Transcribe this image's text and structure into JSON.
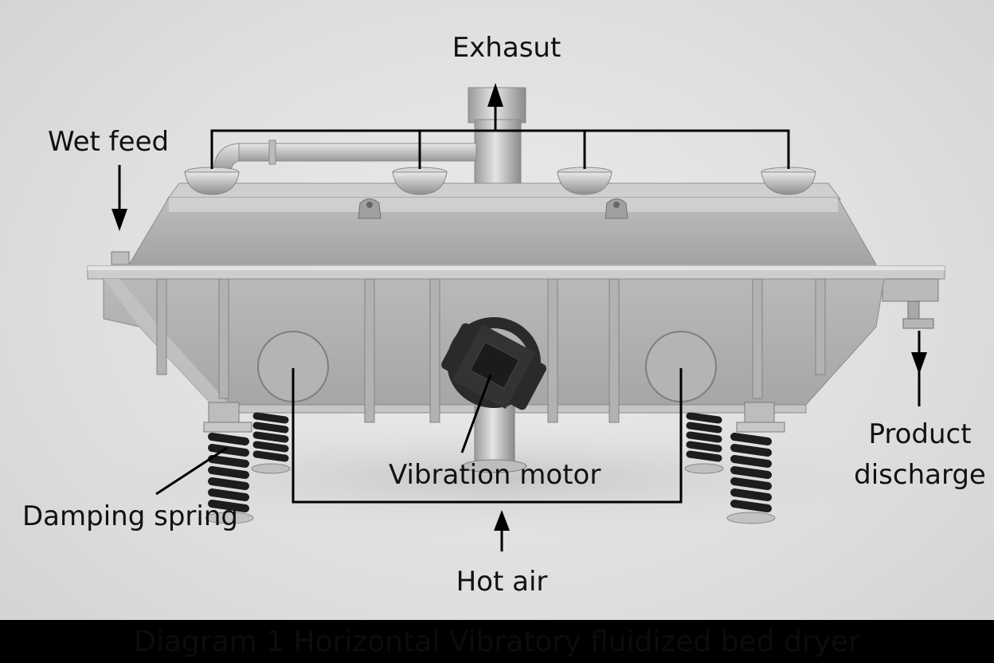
{
  "labels": {
    "exhaust": "Exhasut",
    "wet_feed": "Wet feed",
    "product_discharge_line1": "Product",
    "product_discharge_line2": "discharge",
    "vibration_motor": "Vibration motor",
    "damping_spring": "Damping spring",
    "hot_air": "Hot air"
  },
  "caption": "Diagram 1 Horizontal Vibratory fluidized bed dryer",
  "colors": {
    "steel_light": "#c8c8c8",
    "steel_mid": "#a9a9a9",
    "steel_dark": "#7e7e7e",
    "spring": "#1f1f1f",
    "motor": "#2a2a2a",
    "leader_line": "#000000",
    "caption_bar": "#000000"
  }
}
